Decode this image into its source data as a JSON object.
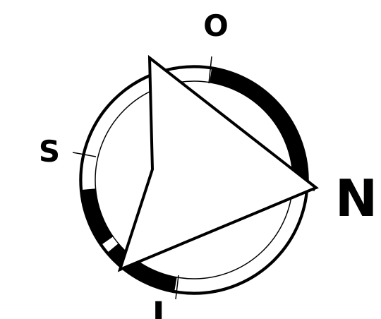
{
  "compass": {
    "labels": {
      "top": "O",
      "left": "S",
      "right": "N",
      "bottom": "L"
    },
    "colors": {
      "ink": "#000000",
      "paper": "#ffffff"
    }
  }
}
